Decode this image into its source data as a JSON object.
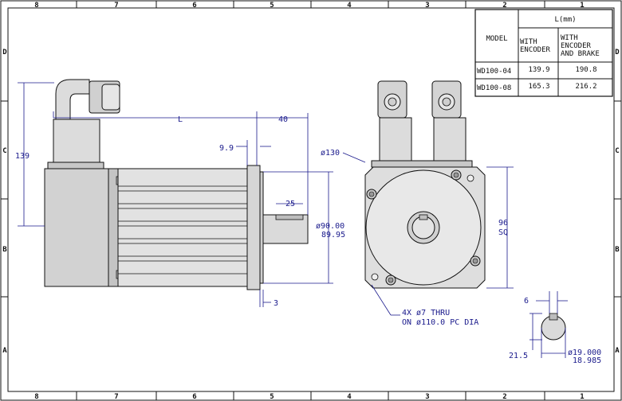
{
  "zones": {
    "columns": [
      "8",
      "7",
      "6",
      "5",
      "4",
      "3",
      "2",
      "1"
    ],
    "rows": [
      "D",
      "C",
      "B",
      "A"
    ]
  },
  "table": {
    "header_l": "L(mm)",
    "header_model": "MODEL",
    "header_with_encoder": [
      "WITH",
      "ENCODER"
    ],
    "header_with_encoder_brake": [
      "WITH",
      "ENCODER",
      "AND BRAKE"
    ],
    "rows": [
      {
        "model": "WD100-04",
        "with_encoder": "139.9",
        "with_encoder_brake": "190.8"
      },
      {
        "model": "WD100-08",
        "with_encoder": "165.3",
        "with_encoder_brake": "216.2"
      }
    ]
  },
  "dimensions": {
    "overall_length": "L",
    "flange_to_end": "40",
    "height": "139",
    "flange_thickness": "9.9",
    "shaft_key_length": "25",
    "pilot_dia": [
      "ø90.00",
      "89.95"
    ],
    "pilot_depth": "3",
    "bolt_circle_label": "ø130",
    "flange_square": [
      "96",
      "SQ"
    ],
    "holes_note": [
      "4X  ø7  THRU",
      "ON  ø110.0  PC  DIA"
    ],
    "key_width": "6",
    "shaft_key_height": "21.5",
    "shaft_dia": [
      "ø19.000",
      "18.985"
    ]
  }
}
